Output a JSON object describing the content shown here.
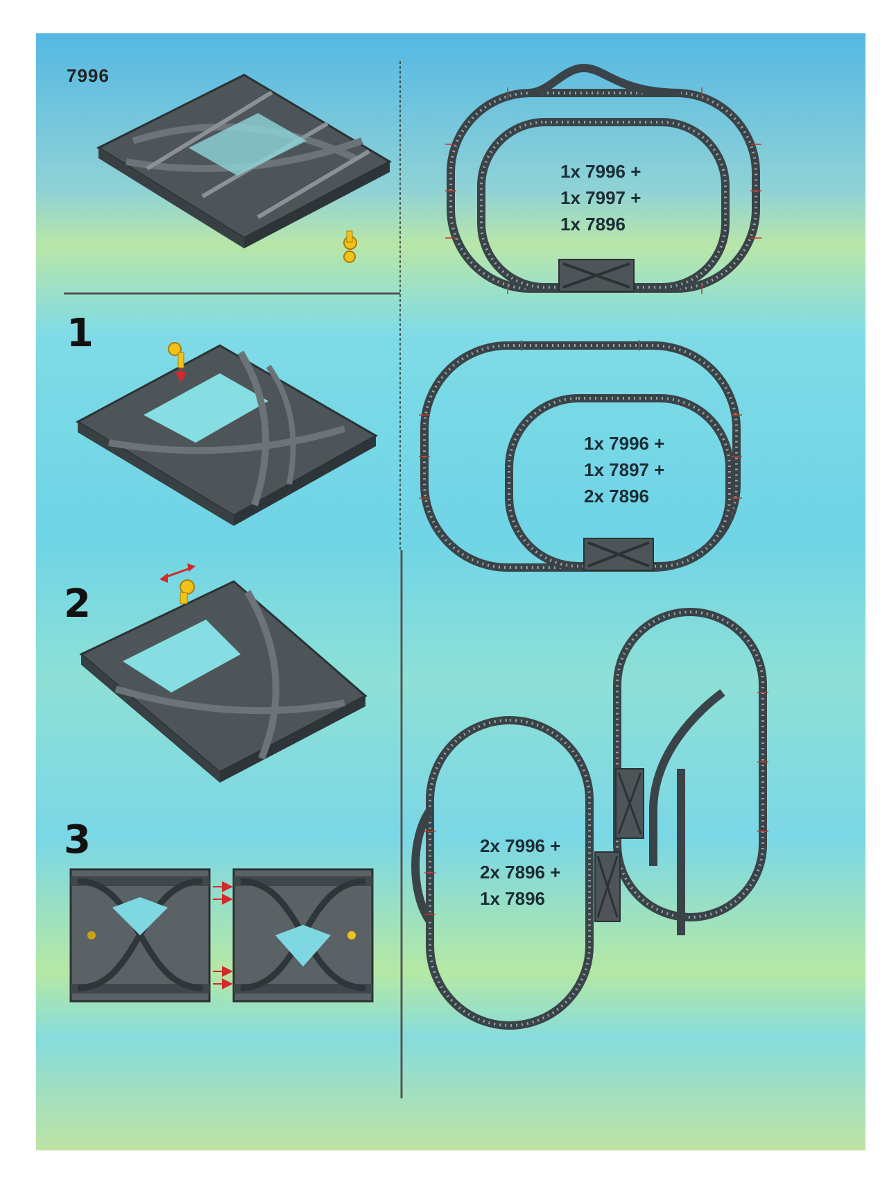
{
  "header": {
    "set_number": "7996"
  },
  "steps": [
    {
      "number": "1"
    },
    {
      "number": "2"
    },
    {
      "number": "3"
    }
  ],
  "layouts": [
    {
      "lines": [
        "1x 7996 +",
        "1x 7997 +",
        "1x 7896"
      ]
    },
    {
      "lines": [
        "1x 7996 +",
        "1x 7897 +",
        "2x 7896"
      ]
    },
    {
      "lines": [
        "2x 7996 +",
        "2x 7896 +",
        "1x 7896"
      ]
    }
  ],
  "colors": {
    "track": "#3a4448",
    "sleeper_mark": "#c0392b",
    "part_yellow": "#f2c21b",
    "arrow": "#d22a2a"
  },
  "icons": [
    "dual-crossover-track-icon",
    "switch-lever-icon",
    "red-arrow-icon",
    "dashed-divider-icon"
  ]
}
